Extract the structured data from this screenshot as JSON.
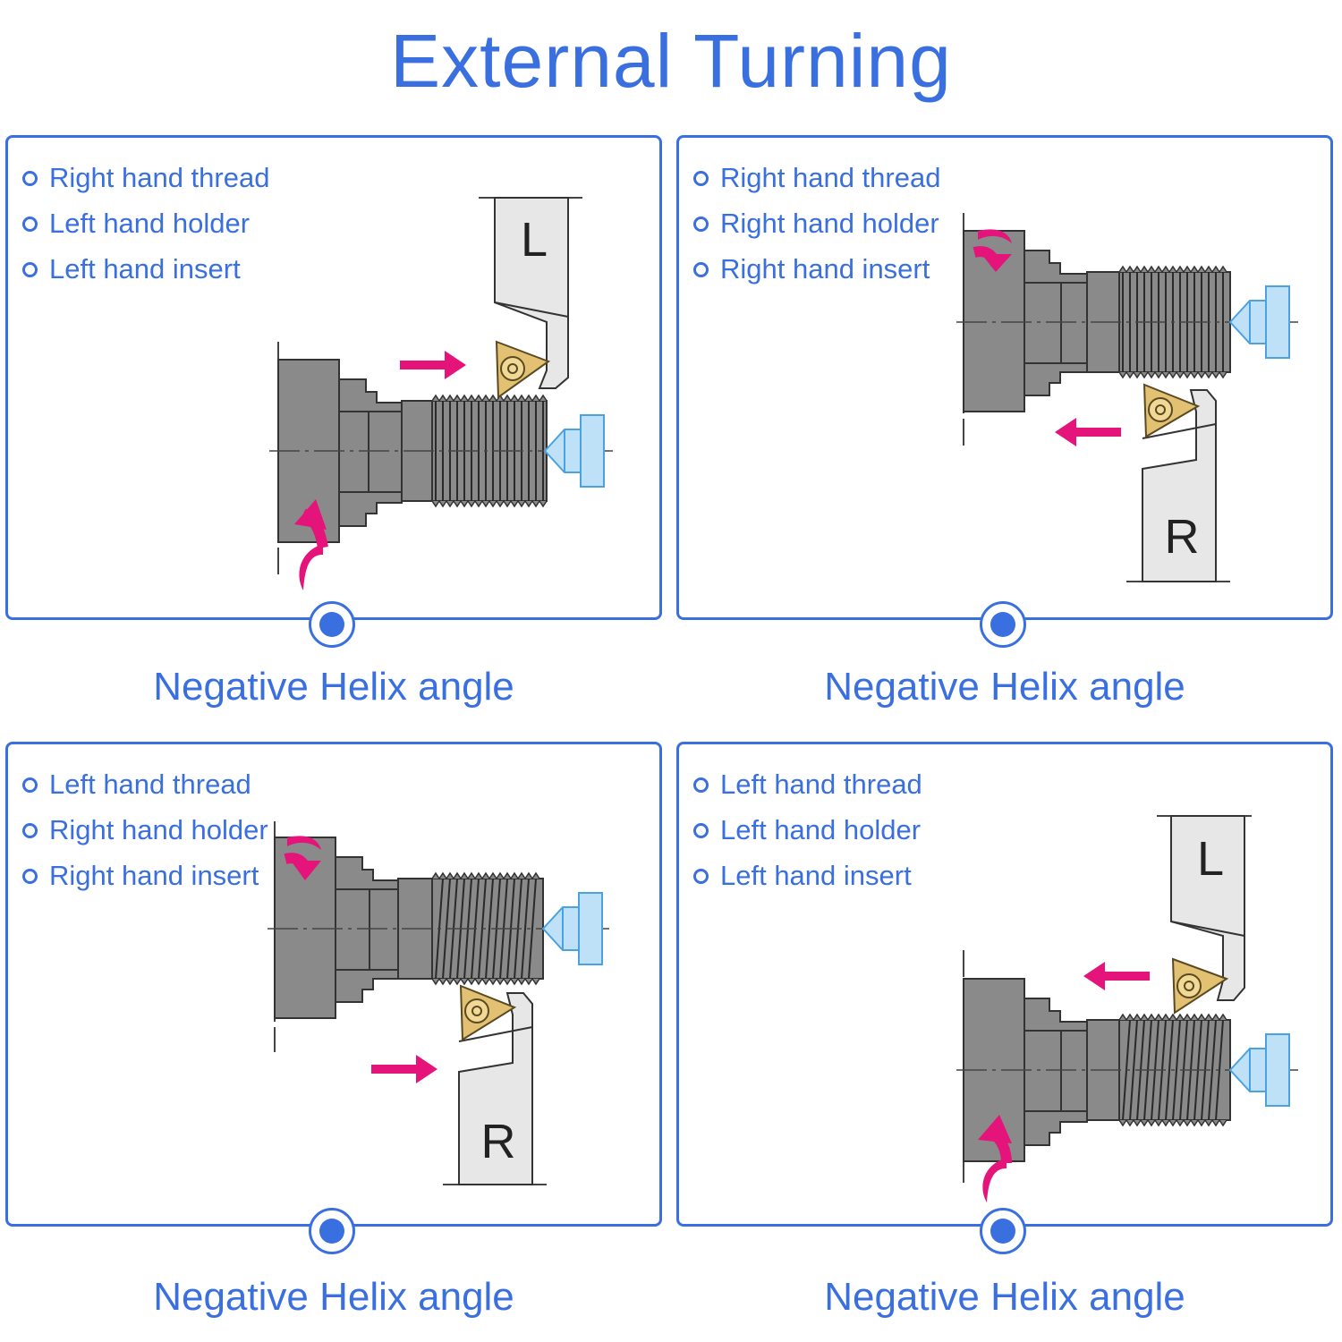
{
  "title": "External Turning",
  "colors": {
    "accent": "#3a6fe0",
    "arrow": "#e4147a",
    "workpiece": "#8a8a8a",
    "holder": "#e7e7e7",
    "insert": "#e3c173",
    "tailstock": "#bfe1f7"
  },
  "panels": [
    {
      "items": [
        "Right hand thread",
        "Left hand holder",
        "Left hand insert"
      ],
      "holder_letter": "L",
      "caption": "Negative Helix angle"
    },
    {
      "items": [
        "Right hand thread",
        "Right hand holder",
        "Right hand insert"
      ],
      "holder_letter": "R",
      "caption": "Negative Helix angle"
    },
    {
      "items": [
        "Left hand thread",
        "Right hand holder",
        "Right hand insert"
      ],
      "holder_letter": "R",
      "caption": "Negative Helix angle"
    },
    {
      "items": [
        "Left hand thread",
        "Left hand holder",
        "Left hand insert"
      ],
      "holder_letter": "L",
      "caption": "Negative Helix angle"
    }
  ]
}
